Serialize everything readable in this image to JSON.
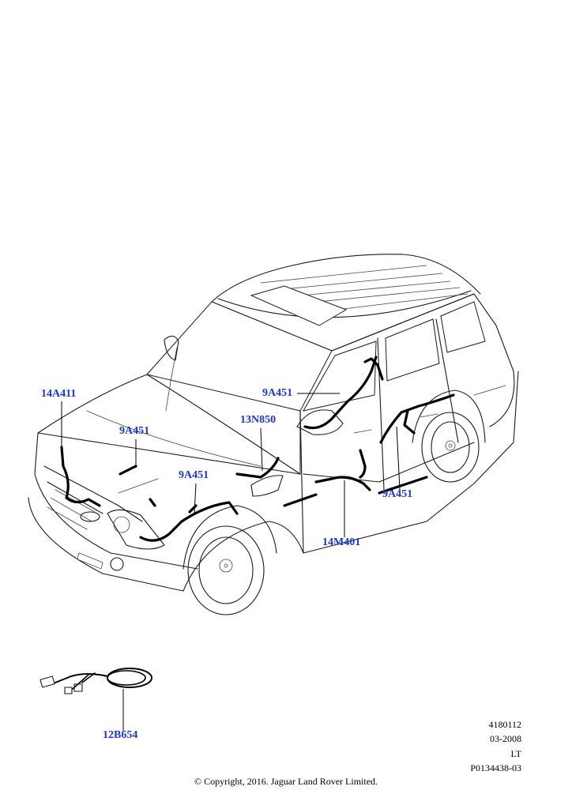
{
  "colors": {
    "callout": "#1a36d6",
    "line": "#1a1a1a",
    "harness": "#000000"
  },
  "callouts": [
    {
      "id": "14A411",
      "label": "14A411"
    },
    {
      "id": "9A451_hood",
      "label": "9A451"
    },
    {
      "id": "9A451_front",
      "label": "9A451"
    },
    {
      "id": "13N850",
      "label": "13N850"
    },
    {
      "id": "9A451_door",
      "label": "9A451"
    },
    {
      "id": "9A451_rear",
      "label": "9A451"
    },
    {
      "id": "14M401",
      "label": "14M401"
    },
    {
      "id": "12B654",
      "label": "12B654"
    }
  ],
  "reference": {
    "line1": "4180112",
    "line2": "03-2008",
    "line3": "LT",
    "line4": "P0134438-03"
  },
  "copyright": "© Copyright, 2016. Jaguar Land Rover Limited."
}
